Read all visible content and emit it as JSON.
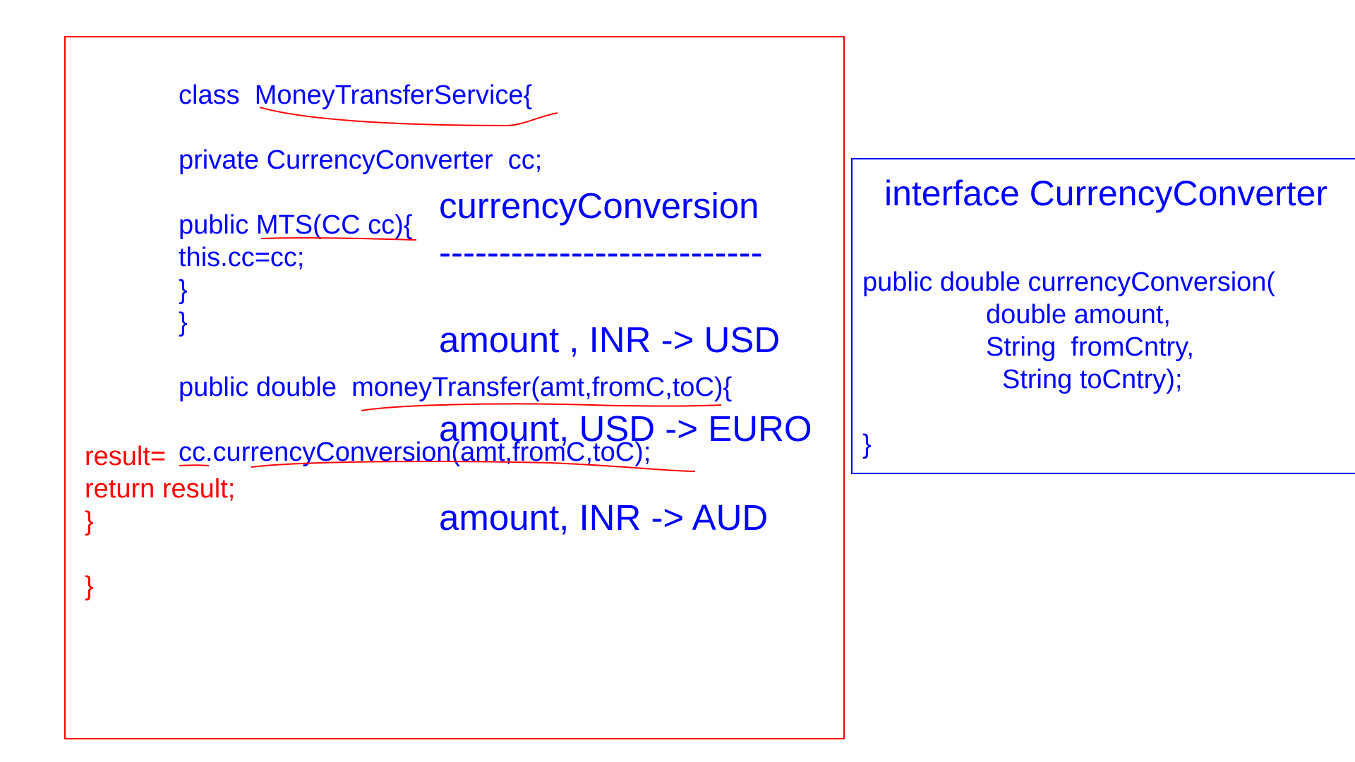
{
  "colors": {
    "code": "#0000ff",
    "added_code": "#ff0000",
    "left_border": "#ff0000",
    "right_border": "#0000ff",
    "underline": "#ff0000"
  },
  "service_class": {
    "line_class": "class  MoneyTransferService{",
    "line_field": "private CurrencyConverter  cc;",
    "line_ctor": "public MTS(CC cc){",
    "line_assign": "this.cc=cc;",
    "line_ctor_close": "}",
    "line_class_close": "}",
    "line_method": "public double  moneyTransfer(amt,fromC,toC){",
    "line_result": "result=",
    "line_call": "cc.currencyConversion(amt,fromC,toC);",
    "line_return": "return result;",
    "line_method_close": "}",
    "line_end": "}"
  },
  "notes": {
    "heading": "currencyConversion",
    "dashes": "---------------------------",
    "example_1": "amount , INR -> USD",
    "example_2": "amount, USD -> EURO",
    "example_3": "amount, INR -> AUD"
  },
  "interface": {
    "title": "interface CurrencyConverter",
    "sig_1": "public double currencyConversion(",
    "sig_2": "double amount,",
    "sig_3": "String  fromCntry,",
    "sig_4": "String toCntry);",
    "close": "}"
  }
}
